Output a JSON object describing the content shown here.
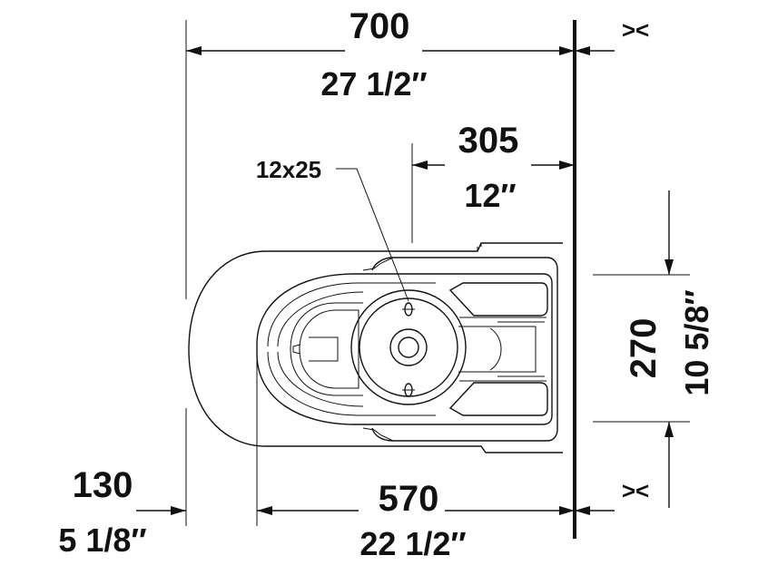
{
  "dimensions": {
    "overall_depth": {
      "metric": "700",
      "imperial": "27 1/2″"
    },
    "outlet_distance": {
      "metric": "305",
      "imperial": "12″"
    },
    "fixing_bolts": "12x25",
    "height": {
      "metric": "270",
      "imperial": "10 5/8″"
    },
    "seat_offset": {
      "metric": "130",
      "imperial": "5 1/8″"
    },
    "body_depth": {
      "metric": "570",
      "imperial": "22 1/2″"
    }
  },
  "symbols": {
    "wall_gap": "><"
  }
}
